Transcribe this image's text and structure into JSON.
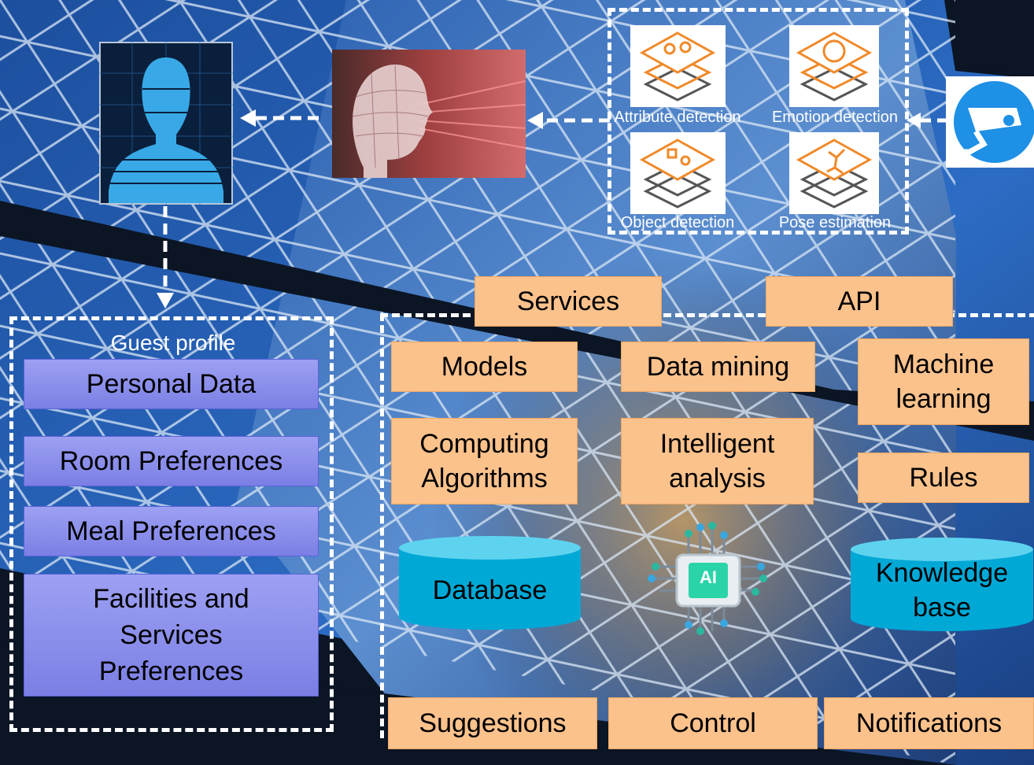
{
  "colors": {
    "box_fill": "#fcc28c",
    "profile_fill": "#8a8eec",
    "database_fill": "#00b4dc",
    "dashes": "#ffffff",
    "camera_blue": "#1e90e6"
  },
  "icons": {
    "profile": "digital-person-silhouette-icon",
    "face": "face-scan-icon",
    "camera": "cctv-camera-icon",
    "chip": "ai-chip-icon"
  },
  "vision": {
    "attribute": "Attribute detection",
    "emotion": "Emotion detection",
    "object": "Object detection",
    "pose": "Pose estimation"
  },
  "guest_profile": {
    "title": "Guest profile",
    "items": [
      "Personal Data",
      "Room Preferences",
      "Meal Preferences",
      "Facilities and\nServices\nPreferences"
    ]
  },
  "platform": {
    "services": "Services",
    "api": "API",
    "models": "Models",
    "data_mining": "Data mining",
    "machine_learning": "Machine\nlearning",
    "computing_algorithms": "Computing\nAlgorithms",
    "intelligent_analysis": "Intelligent\nanalysis",
    "rules": "Rules",
    "database": "Database",
    "knowledge_base": "Knowledge\nbase",
    "ai_chip_label": "AI"
  },
  "outputs": {
    "suggestions": "Suggestions",
    "control": "Control",
    "notifications": "Notifications"
  }
}
